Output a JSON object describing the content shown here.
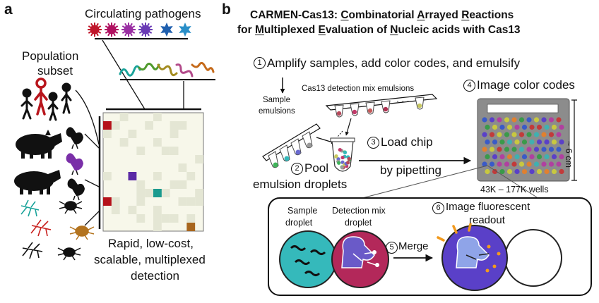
{
  "panel_a": {
    "label": "a",
    "circulating_pathogens": "Circulating pathogens",
    "population_subset_line1": "Population",
    "population_subset_line2": "subset",
    "caption_line1": "Rapid, low-cost,",
    "caption_line2": "scalable, multiplexed",
    "caption_line3": "detection",
    "pathogen_colors": [
      "#c0162b",
      "#b01060",
      "#9a2fa3",
      "#6a3bb5",
      "#1f5fae",
      "#2a8fc8"
    ],
    "hit_colors": {
      "red": "#b5121b",
      "purple": "#5b2aa5",
      "teal": "#1a9a8e",
      "brown": "#a8661e"
    },
    "grid_bg": "#f7f7ea",
    "grid_cell": "#e4e6d4"
  },
  "panel_b": {
    "label": "b",
    "title_line1": {
      "prefix": "CARMEN-Cas13: ",
      "w1a": "C",
      "w1b": "ombinatorial ",
      "w2a": "A",
      "w2b": "rrayed ",
      "w3a": "R",
      "w3b": "eactions"
    },
    "title_line2": {
      "prefix": "for ",
      "w1a": "M",
      "w1b": "ultiplexed ",
      "w2a": "E",
      "w2b": "valuation of ",
      "w3a": "N",
      "w3b": "ucleic acids with Cas13"
    },
    "step1": {
      "num": "1",
      "text": "Amplify samples, add color codes, and emulsify"
    },
    "sample_emulsions_line1": "Sample",
    "sample_emulsions_line2": "emulsions",
    "detection_mix": "Cas13 detection mix emulsions",
    "step2": {
      "num": "2",
      "text_line1": "Pool",
      "text_line2": "emulsion droplets"
    },
    "step3": {
      "num": "3",
      "text_line1": "Load chip",
      "text_line2": "by pipetting"
    },
    "step4": {
      "num": "4",
      "text": "Image color codes"
    },
    "chip_size": "~ 6 cm",
    "wells": "43K – 177K wells",
    "sample_droplet_line1": "Sample",
    "sample_droplet_line2": "droplet",
    "detection_droplet_line1": "Detection mix",
    "detection_droplet_line2": "droplet",
    "step5": {
      "num": "5",
      "text": "Merge"
    },
    "step6": {
      "num": "6",
      "text_line1": "Image fluorescent",
      "text_line2": "readout"
    },
    "colors": {
      "teal": "#35b9bb",
      "magenta": "#b3285a",
      "purple": "#5a40c8",
      "chip": "#8c8c8c",
      "orange": "#f29a1e"
    }
  }
}
